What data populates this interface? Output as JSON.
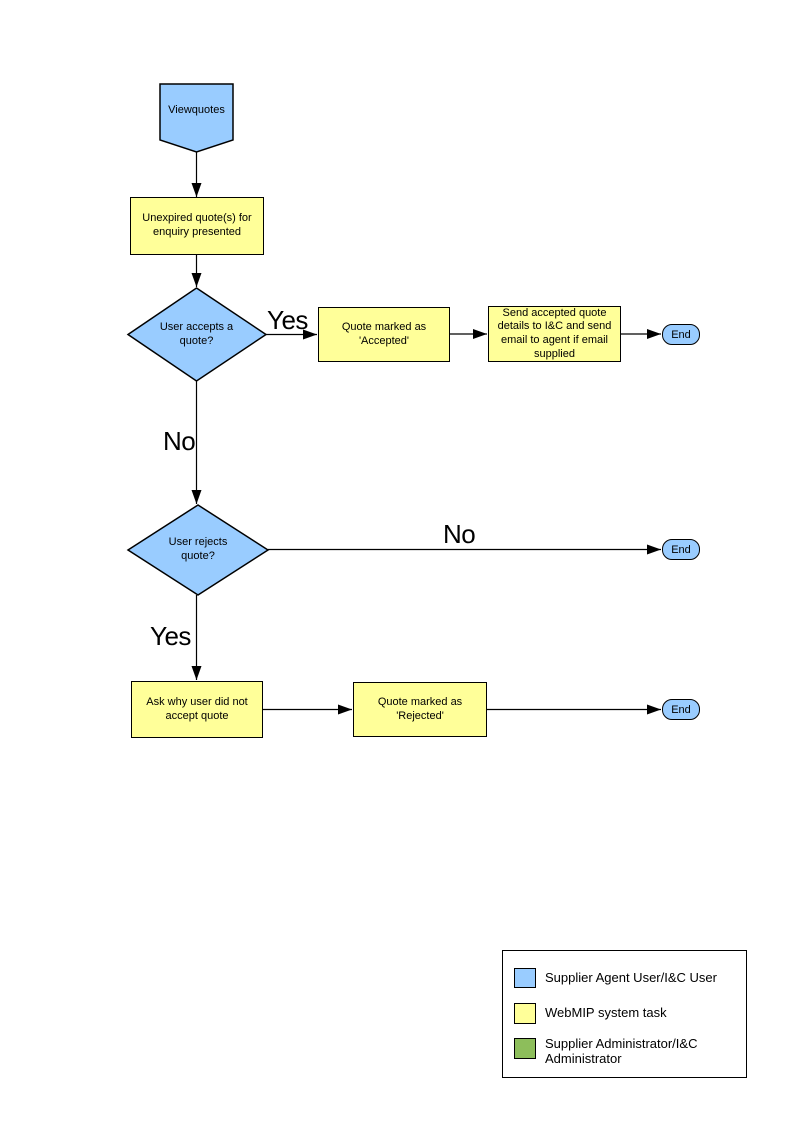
{
  "colors": {
    "actor_blue": "#99CCFF",
    "task_yellow": "#FFFF99",
    "admin_green": "#8DBE5B",
    "outline": "#000000"
  },
  "flowchart": {
    "start": {
      "label": "Viewquotes"
    },
    "tasks": {
      "present_quotes": "Unexpired quote(s) for enquiry presented",
      "mark_accepted": "Quote  marked as 'Accepted'",
      "send_details": "Send accepted quote details to I&C and send email to agent if email supplied",
      "ask_why": "Ask why user did not accept quote",
      "mark_rejected": "Quote  marked as 'Rejected'"
    },
    "decisions": {
      "accepts": "User accepts a quote?",
      "rejects": "User rejects quote?"
    },
    "terminators": {
      "end_accepted": "End",
      "end_not_rejected": "End",
      "end_rejected": "End"
    },
    "edge_labels": {
      "accepts_yes": "Yes",
      "accepts_no": "No",
      "rejects_no": "No",
      "rejects_yes": "Yes"
    }
  },
  "legend": {
    "items": [
      {
        "label": "Supplier Agent User/I&C User",
        "color": "#99CCFF"
      },
      {
        "label": "WebMIP system task",
        "color": "#FFFF99"
      },
      {
        "label": "Supplier Administrator/I&C Administrator",
        "color": "#8DBE5B"
      }
    ]
  }
}
